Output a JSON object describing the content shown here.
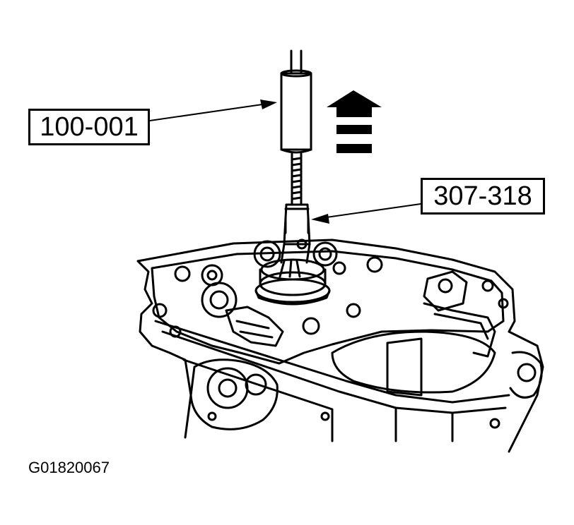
{
  "callouts": [
    {
      "id": "tool-a",
      "label": "100-001"
    },
    {
      "id": "tool-b",
      "label": "307-318"
    }
  ],
  "figure_id": "G01820067",
  "colors": {
    "ink": "#000000",
    "paper": "#ffffff"
  },
  "icons": [
    "direction-up-arrow-icon"
  ]
}
